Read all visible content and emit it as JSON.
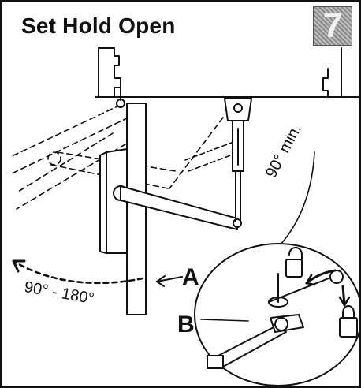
{
  "header": {
    "title": "Set Hold Open",
    "step_number": "7"
  },
  "diagram": {
    "label_a": "A",
    "label_b": "B",
    "angle_min": "90° min.",
    "angle_range": "90° - 180°"
  },
  "colors": {
    "line": "#111111",
    "badge_bg": "#9a9a9a"
  },
  "icons": [
    "padlock-icon-unlocked",
    "padlock-icon-locked",
    "curved-arrow-icon"
  ]
}
